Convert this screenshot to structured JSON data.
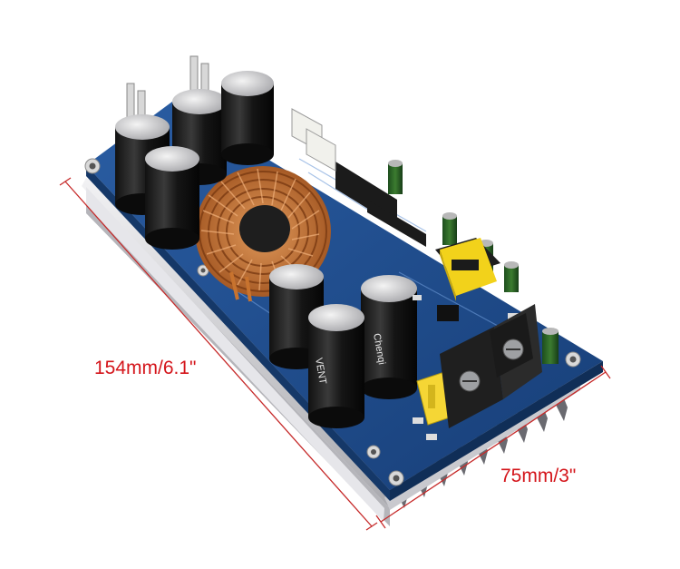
{
  "dimensions": {
    "length_label": "154mm/6.1\"",
    "width_label": "75mm/3\"",
    "dimension_color": "#d4151b"
  },
  "components": {
    "capacitor_brand_text": "Chenqi",
    "capacitor_series_text": "VENT",
    "board_color": "#1f4f8f",
    "heatsink_color": "#d8d8dc",
    "inductor_color": "#c8732e",
    "transformer_color": "#f2d21b",
    "terminal_color": "#222222"
  }
}
